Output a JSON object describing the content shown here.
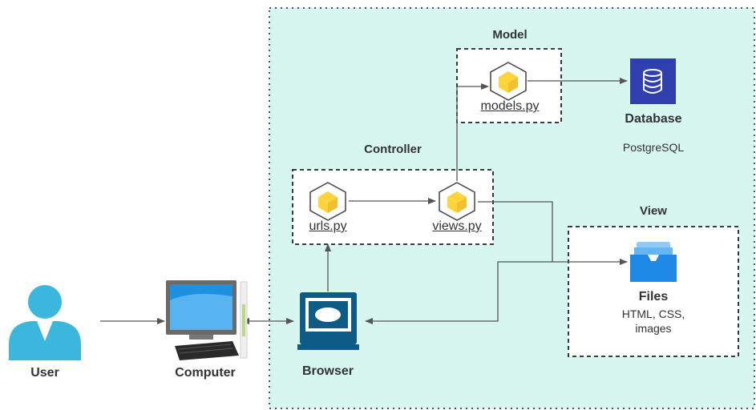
{
  "nodes": {
    "user": "User",
    "computer": "Computer",
    "browser": "Browser",
    "database": "Database",
    "database_type": "PostgreSQL",
    "files": "Files",
    "files_desc_line1": "HTML, CSS,",
    "files_desc_line2": "images"
  },
  "groups": {
    "model": "Model",
    "controller": "Controller",
    "view": "View"
  },
  "modules": {
    "models": "models.py",
    "urls": "urls.py",
    "views": "views.py"
  },
  "colors": {
    "django_area": "#d6f6ef",
    "module_icon": "#ffd43b",
    "database_icon": "#2f3fad",
    "files_icon": "#1e88e5",
    "user_icon": "#3bb6dd",
    "browser_icon": "#0d5b86",
    "arrow": "#555555"
  }
}
